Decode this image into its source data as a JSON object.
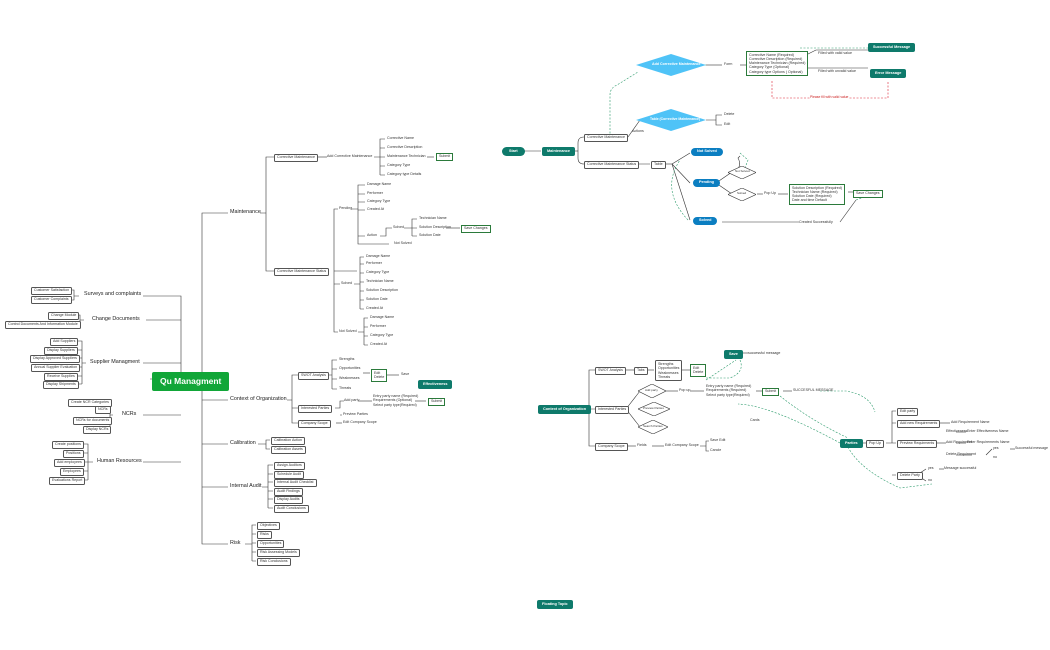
{
  "colors": {
    "root": "#11a638",
    "teal": "#0e7a6b",
    "blue": "#0b7ec1",
    "diamond": "#4fc3f7",
    "dashed": "#2b9a6b",
    "red": "#d23"
  },
  "root": {
    "label": "Qu Managment"
  },
  "left": {
    "maintenance": {
      "label": "Maintenance",
      "corrective": "Corrective Maintenance",
      "add_corrective": "Add Corrective Maintenance",
      "fields": [
        "Corrective Name",
        "Corrective Description",
        "Maintenance Technician",
        "Category Type",
        "Category type Details"
      ],
      "submit": "Submit",
      "status": "Corrective Maintenance Status",
      "pending": "Pending",
      "pending_items": [
        "Damage Name",
        "Performer",
        "Category Type",
        "Created At"
      ],
      "action": "Action",
      "solved": "Solved",
      "solved_fields": [
        "Technician Name",
        "Solution Description",
        "Solution Date"
      ],
      "save_changes": "Save Changes",
      "not_solved": "Not Solved",
      "solved_group": "Solved",
      "solved_items": [
        "Damage Name",
        "Performer",
        "Category Type",
        "Technician Name",
        "Solution Description",
        "Solution Date",
        "Created At"
      ],
      "not_solved_group": "Not Solved",
      "not_solved_items": [
        "Damage Name",
        "Performer",
        "Category Type",
        "Created At"
      ]
    },
    "context": {
      "label": "Context of Organization",
      "swot": "SWOT Analysis",
      "swot_items": [
        "Strengths",
        "Opportunities",
        "Weaknesses",
        "Threats"
      ],
      "edit_delete": [
        "Edit",
        "Delete"
      ],
      "save": "Save",
      "effectiveness": "Effectiveness",
      "interested": "Interested Parties",
      "add_party": "Add party",
      "party_fields": [
        "Entry party name (Required)",
        "Requirements (Optional)",
        "Select party type(Required)"
      ],
      "submit": "Submit",
      "preview": "Preview Parties",
      "scope": "Company Scope",
      "edit_scope": "Edit Company Scope"
    },
    "calibration": {
      "label": "Calibration",
      "items": [
        "Calibration Action",
        "Calibration Assets"
      ]
    },
    "audit": {
      "label": "Internal Audit",
      "items": [
        "Assign Auditors",
        "Schedule Audit",
        "Internal Audit Checklist",
        "Audit Findings",
        "Display Audits",
        "Audit Conclusions"
      ]
    },
    "risk": {
      "label": "Risk",
      "items": [
        "Objectives",
        "Risks",
        "Opportunities",
        "Risk Assessing Models",
        "Risk Conclusions"
      ]
    },
    "surveys": {
      "label": "Surveys and complaints",
      "items": [
        "Customer Satisfaction",
        "Customer Complaints"
      ]
    },
    "change": {
      "label": "Change Documents",
      "items": [
        "Change Module",
        "Control Documents And Information Module"
      ]
    },
    "supplier": {
      "label": "Supplier Managment",
      "items": [
        "Add Suppliers",
        "Display Suppliers",
        "Display Approved Suppliers",
        "Annual Supplier Evaluation",
        "Receive Supplies",
        "Display Shipments"
      ]
    },
    "ncrs": {
      "label": "NCRs",
      "items": [
        "Create NCR Categories",
        "NCRs",
        "NCRs for documents",
        "Display NCRs"
      ]
    },
    "hr": {
      "label": "Human Resources",
      "items": [
        "Create positions",
        "Positions",
        "Add employees",
        "Employees",
        "Evaluations Report"
      ]
    }
  },
  "flow_top": {
    "start": "Start",
    "maintenance": "Maintenance",
    "corrective": "Corrective Maintenance",
    "add_corrective": "Add Corrective Maintenance",
    "form": "Form",
    "form_fields": [
      "Corrective Name (Required)",
      "Corrective Description (Required)",
      "Maintenance Technician (Required)",
      "Category Type (Optional)",
      "Category type Options ( Optional)"
    ],
    "filled_valid": "Filled with valid value",
    "success": "Successful Message",
    "filled_invalid": "Filled with unvalid value",
    "error": "Error Message",
    "please_fill": "Please fill with valid value",
    "actions": "Actions",
    "table_corrective": "Table (Corrective Maintenance)",
    "delete": "Delete",
    "edit": "Edit",
    "status": "Corrective Maintenance Status",
    "table": "Table",
    "not_solved": "Not Solved",
    "pending": "Pending",
    "not_solved_q": "Not Solved",
    "solved_q": "Solved",
    "pop_up": "Pop Up",
    "popup_fields": [
      "Solution Description (Required)",
      "Technician Name (Required)",
      "Solution Date (Required)",
      "Date and time Default"
    ],
    "save_changes": "Save Changes",
    "solved": "Solved",
    "created": "Created Successfully"
  },
  "flow_bottom": {
    "context": "Context of Organization",
    "swot": "SWOT Analysis",
    "tabs": "Tabs",
    "swot_items": [
      "Strengths",
      "Opportunities",
      "Weaknesses",
      "Threats"
    ],
    "edit_delete": [
      "Edit",
      "Delete"
    ],
    "save": "Save",
    "successful": "successful message",
    "interested": "Interested Parties",
    "add_party": "Add party",
    "pop_up": "Pop up",
    "party_fields": [
      "Entry party name (Required)",
      "Requirements (Required)",
      "Select party type(Required)"
    ],
    "submit": "Submit",
    "successful_caps": "SUCCESFUL MESSAGE",
    "preview": "Preview Parties",
    "search": "Search Parties",
    "cards": "Cards",
    "parties": "Parties",
    "pop_up2": "Pop Up",
    "edit_party": "Edit party",
    "add_new": "Add new Requirements",
    "add_req_name": "Add Requirement Name",
    "preview_req": "Preview Requirments",
    "effectiveness": "Effectiveness",
    "enter_eff": "Enter Effectiveness Name",
    "add_req": "Add Requirment",
    "enter_req": "Enter Requirements Name",
    "delete_req": "Delete Requirment",
    "yes": "yes",
    "no": "no",
    "succ_msg": "Successful message",
    "delete_party": "Delete Party",
    "yes2": "yes",
    "no2": "no",
    "msg_success": "Message successful",
    "company_scope": "Company Scope",
    "fields": "Fields",
    "edit_scope": "Edit Company Scope",
    "save_edit": "Save Edit",
    "cancel": "Cancle"
  },
  "floating": "Floating Topic"
}
